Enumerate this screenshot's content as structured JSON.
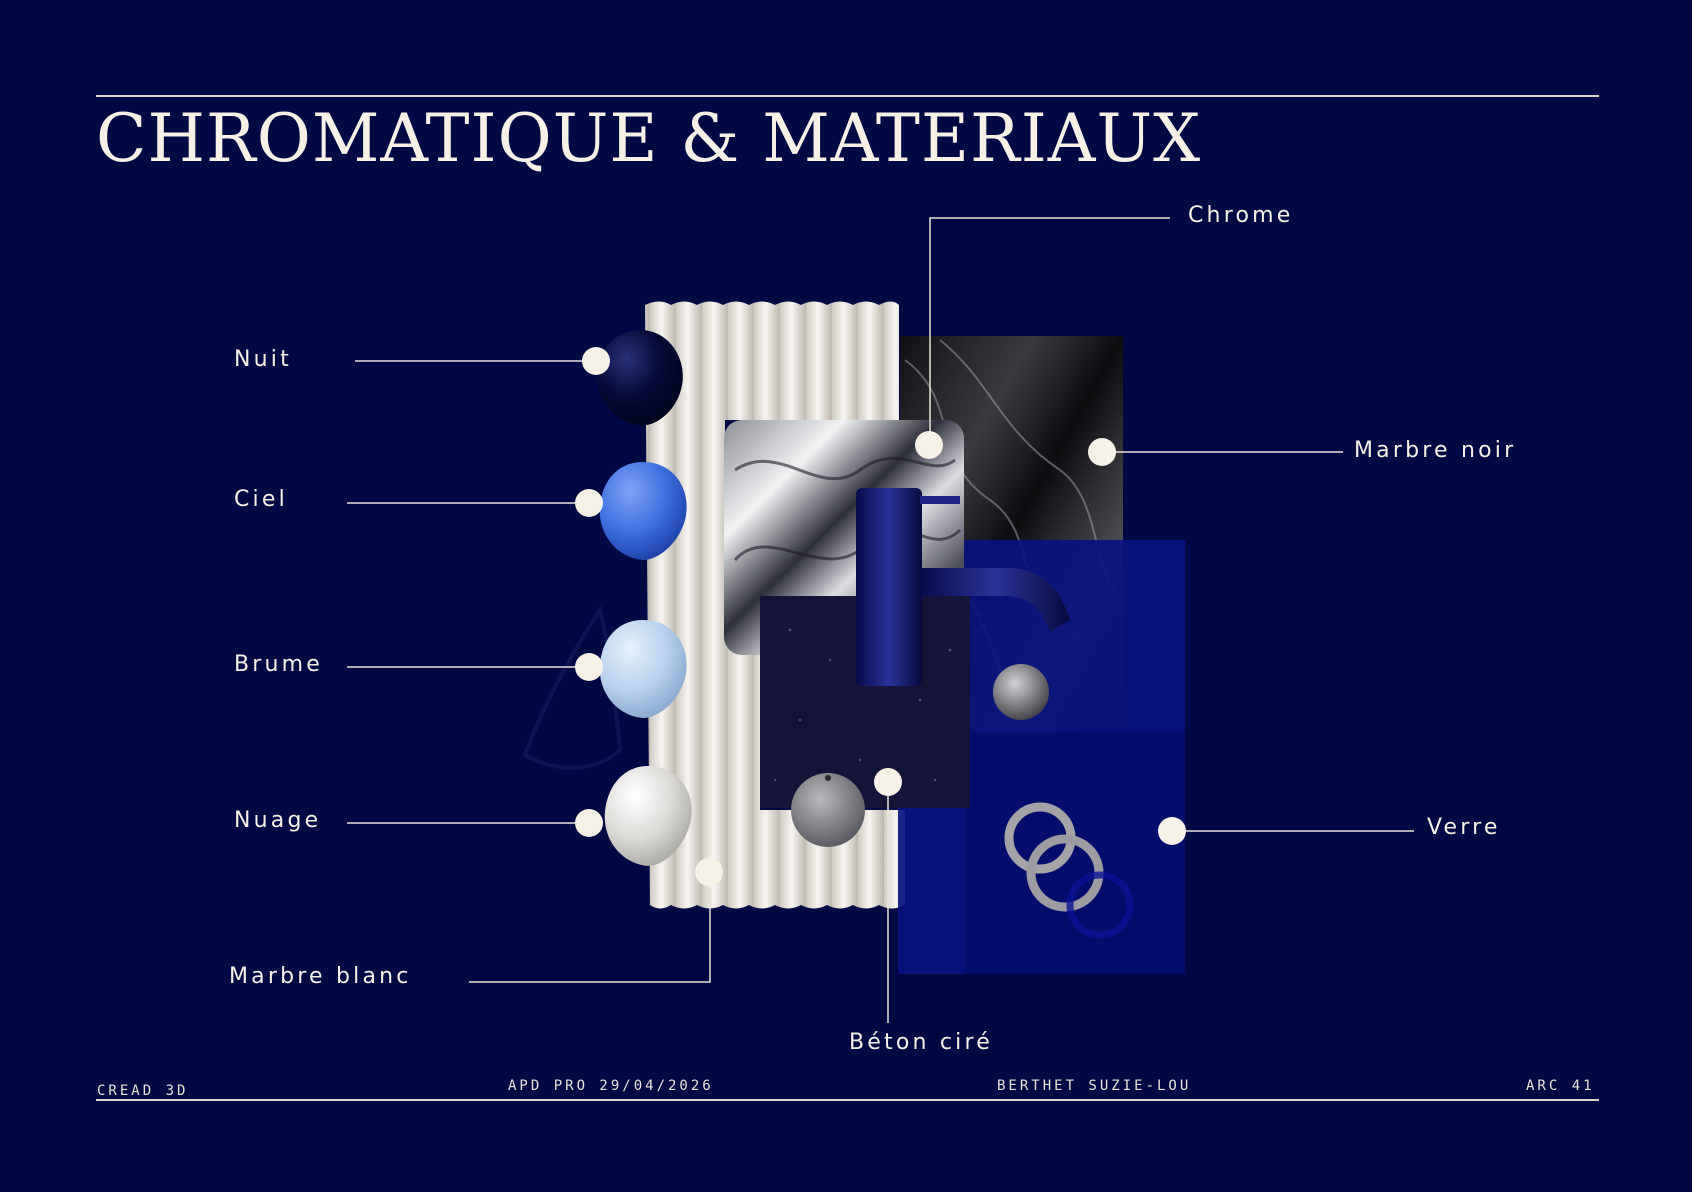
{
  "page": {
    "title": "CHROMATIQUE & MATERIAUX",
    "background_color": "#020843",
    "accent_color": "#f6f1e7"
  },
  "materials": {
    "nuit": "Nuit",
    "ciel": "Ciel",
    "brume": "Brume",
    "nuage": "Nuage",
    "marbre_blanc": "Marbre blanc",
    "chrome": "Chrome",
    "marbre_noir": "Marbre noir",
    "verre": "Verre",
    "beton_cire": "Béton ciré"
  },
  "swatch_colors": {
    "nuit": "#070c3a",
    "ciel": "#3f6fe0",
    "brume": "#b9d3ee",
    "nuage": "#dedcd8"
  },
  "footer": {
    "left": "CREAD 3D",
    "center_left": "APD PRO 29/04/2026",
    "center_right": "BERTHET SUZIE-LOU",
    "right": "ARC 41"
  }
}
